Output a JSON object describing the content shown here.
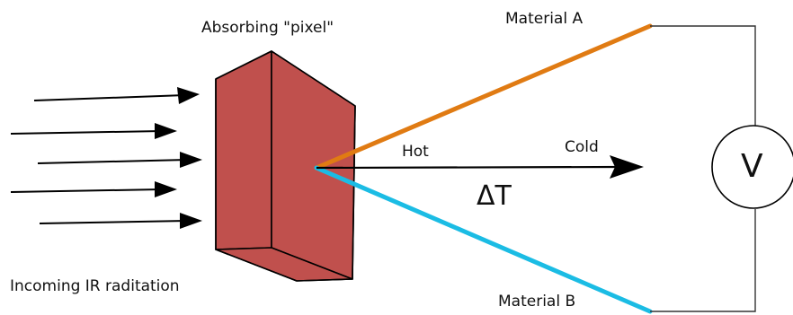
{
  "labels": {
    "absorber": "Absorbing \"pixel\"",
    "material_a": "Material A",
    "material_b": "Material B",
    "hot": "Hot",
    "cold": "Cold",
    "delta_t": "ΔT",
    "voltmeter": "V",
    "incoming": "Incoming IR raditation"
  },
  "colors": {
    "absorber_fill": "#c0504d",
    "material_a": "#e07b13",
    "material_b": "#1bbce4",
    "line": "#000000",
    "circuit": "#333333"
  },
  "icons": {
    "ir_arrows": "arrow-right",
    "meter": "voltmeter-circle"
  }
}
